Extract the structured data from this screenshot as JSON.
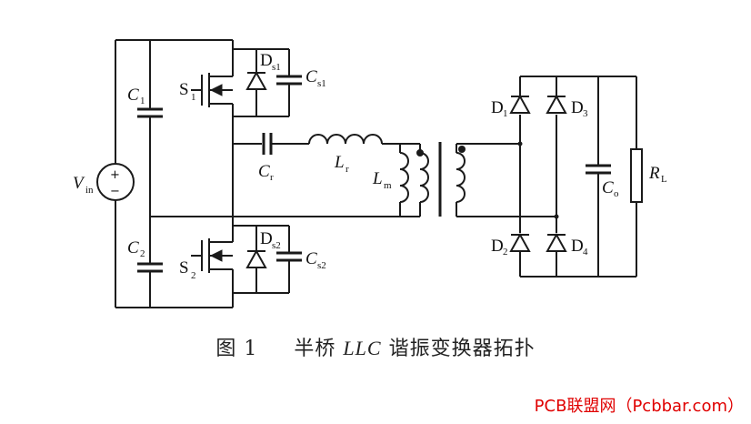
{
  "labels": {
    "vin": "V",
    "vin_sub": "in",
    "vin_plus": "+",
    "vin_minus": "−",
    "c1": "C",
    "c1_sub": "1",
    "c2": "C",
    "c2_sub": "2",
    "s1": "S",
    "s1_sub": "1",
    "s2": "S",
    "s2_sub": "2",
    "ds1": "D",
    "ds1_sub": "s1",
    "ds2": "D",
    "ds2_sub": "s2",
    "cs1": "C",
    "cs1_sub": "s1",
    "cs2": "C",
    "cs2_sub": "s2",
    "cr": "C",
    "cr_sub": "r",
    "lr": "L",
    "lr_sub": "r",
    "lm": "L",
    "lm_sub": "m",
    "d1": "D",
    "d1_sub": "1",
    "d2": "D",
    "d2_sub": "2",
    "d3": "D",
    "d3_sub": "3",
    "d4": "D",
    "d4_sub": "4",
    "co": "C",
    "co_sub": "o",
    "rl": "R",
    "rl_sub": "L"
  },
  "caption": {
    "figure_number": "图 1",
    "pre": "半桥 ",
    "italic": "LLC",
    "post": " 谐振变换器拓扑"
  },
  "watermark": "PCB联盟网（Pcbbar.com）"
}
